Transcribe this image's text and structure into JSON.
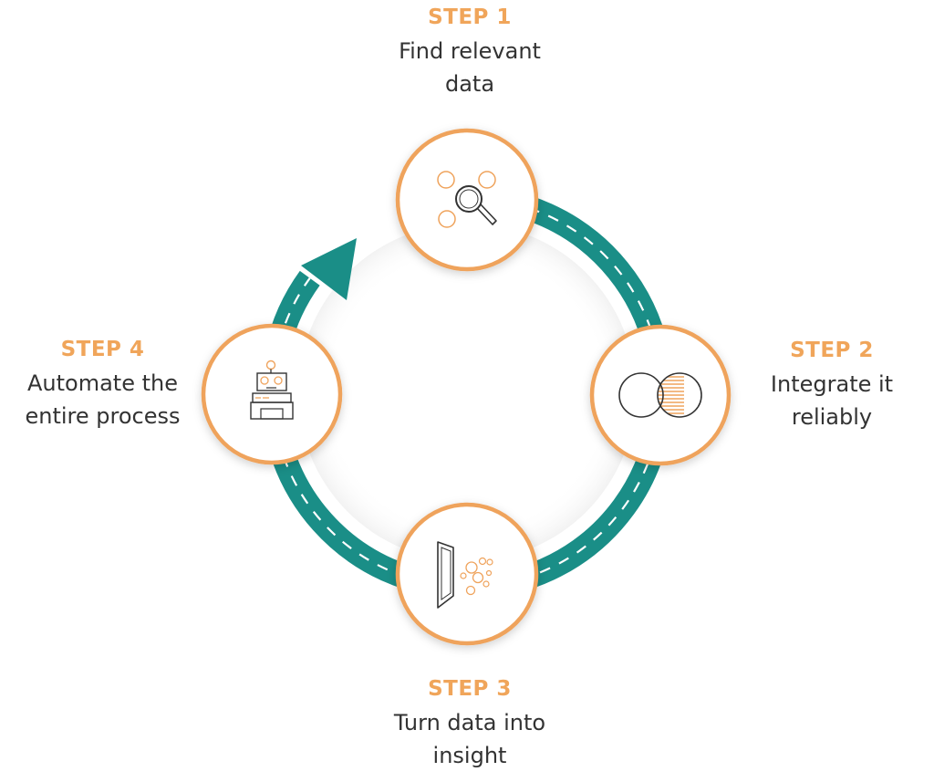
{
  "colors": {
    "teal": "#1A8E87",
    "orange": "#EFA35C",
    "dash": "#ffffff",
    "text": "#333333",
    "label": "#F0A55A"
  },
  "steps": [
    {
      "label": "STEP 1",
      "text": "Find relevant\ndata",
      "icon": "search-data-icon"
    },
    {
      "label": "STEP 2",
      "text": "Integrate it\nreliably",
      "icon": "venn-diagram-icon"
    },
    {
      "label": "STEP 3",
      "text": "Turn data into\ninsight",
      "icon": "door-insight-icon"
    },
    {
      "label": "STEP 4",
      "text": "Automate the\nentire process",
      "icon": "robot-icon"
    }
  ]
}
